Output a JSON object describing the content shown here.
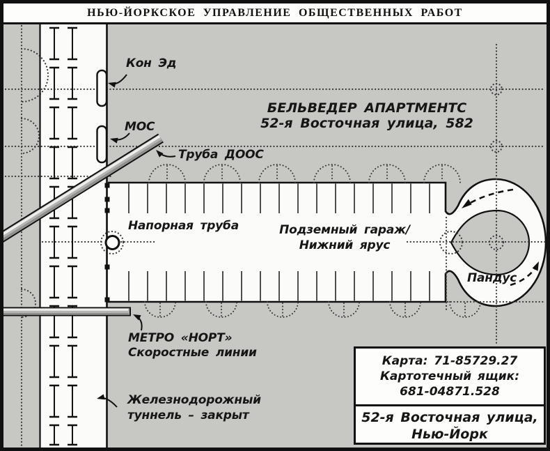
{
  "title": "НЬЮ-ЙОРКСКОЕ УПРАВЛЕНИЕ ОБЩЕСТВЕННЫХ РАБОТ",
  "labels": {
    "con_ed": "Кон Эд",
    "mos": "МОС",
    "doos_pipe": "Труба ДООС",
    "pressure_pipe": "Напорная труба",
    "ramp": "Пандус"
  },
  "building": {
    "name": "БЕЛЬВЕДЕР АПАРТМЕНТС",
    "address": "52-я Восточная улица, 582"
  },
  "garage": {
    "line1": "Подземный гараж/",
    "line2": "Нижний ярус"
  },
  "metro": {
    "line1": "МЕТРО «НОРТ»",
    "line2": "Скоростные линии"
  },
  "tunnel": {
    "line1": "Железнодорожный",
    "line2": "туннель – закрыт"
  },
  "info_box": {
    "map_ref": "Карта: 71-85729.27",
    "card_box_label": "Картотечный ящик:",
    "card_box_number": "681-04871.528",
    "address_line1": "52-я Восточная улица,",
    "address_line2": "Нью-Йорк"
  },
  "colors": {
    "background_gray": "#c7c7c4",
    "paper_white": "#fbfbf9",
    "ink": "#161616"
  }
}
